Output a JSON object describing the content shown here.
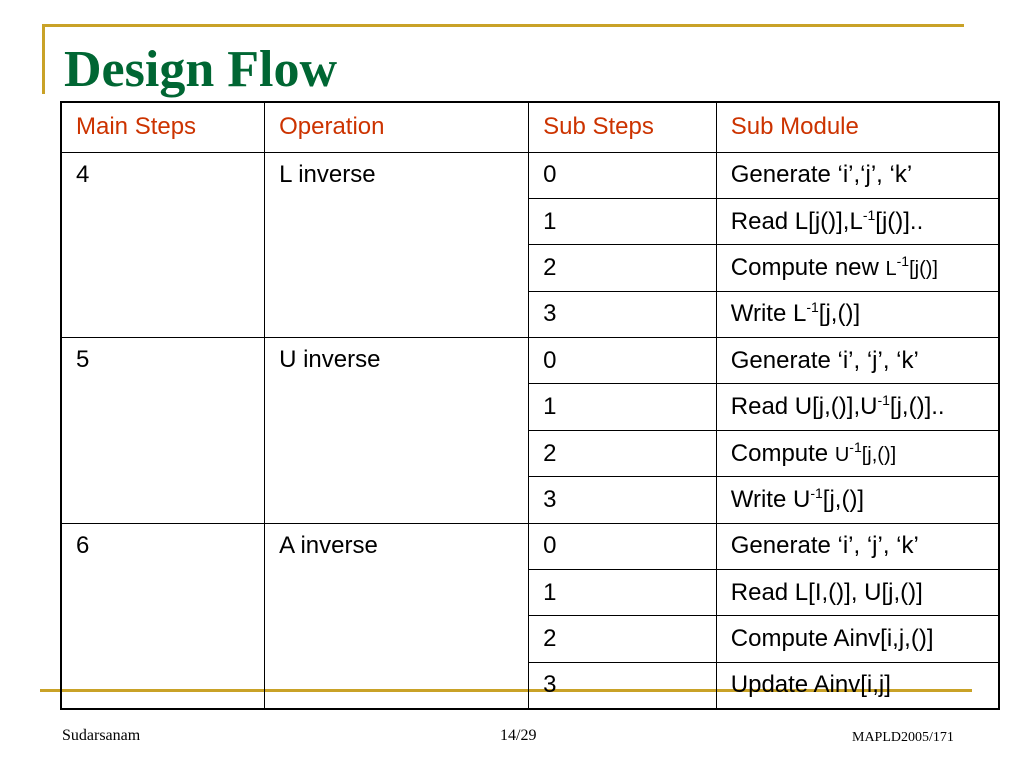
{
  "slide": {
    "title": "Design Flow",
    "footer": {
      "left": "Sudarsanam",
      "center": "14/29",
      "right": "MAPLD2005/171"
    },
    "colors": {
      "title": "#006633",
      "header_text": "#cc3300",
      "accent_line": "#c9a227"
    }
  },
  "table": {
    "headers": [
      "Main Steps",
      "Operation",
      "Sub Steps",
      "Sub Module"
    ],
    "groups": [
      {
        "main_step": "4",
        "operation": "L inverse",
        "rows": [
          {
            "sub_step": "0",
            "module": {
              "pre": "Generate ‘i’,‘j’, ‘k’"
            }
          },
          {
            "sub_step": "1",
            "module": {
              "pre": "Read L[j()],L",
              "sup": "-1",
              "post": "[j()].."
            }
          },
          {
            "sub_step": "2",
            "module": {
              "pre": "Compute new ",
              "small": "L",
              "sup": "-1",
              "post_small": "[j()]"
            }
          },
          {
            "sub_step": "3",
            "module": {
              "pre": "Write L",
              "sup": "-1",
              "post": "[j,()]"
            }
          }
        ]
      },
      {
        "main_step": "5",
        "operation": "U inverse",
        "rows": [
          {
            "sub_step": "0",
            "module": {
              "pre": "Generate ‘i’, ‘j’, ‘k’"
            }
          },
          {
            "sub_step": "1",
            "module": {
              "pre": "Read U[j,()],U",
              "sup": "-1",
              "post": "[j,()].."
            }
          },
          {
            "sub_step": "2",
            "module": {
              "pre": "Compute ",
              "small": "U",
              "sup": "-1",
              "post_small": "[j,()]"
            }
          },
          {
            "sub_step": "3",
            "module": {
              "pre": "Write U",
              "sup": "-1",
              "post": "[j,()]"
            }
          }
        ]
      },
      {
        "main_step": "6",
        "operation": "A inverse",
        "rows": [
          {
            "sub_step": "0",
            "module": {
              "pre": "Generate ‘i’, ‘j’, ‘k’"
            }
          },
          {
            "sub_step": "1",
            "module": {
              "pre": "Read L[I,()], U[j,()]"
            }
          },
          {
            "sub_step": "2",
            "module": {
              "pre": "Compute Ainv[i,j,()]"
            }
          },
          {
            "sub_step": "3",
            "module": {
              "pre": "Update Ainv[i,j]"
            }
          }
        ]
      }
    ]
  }
}
